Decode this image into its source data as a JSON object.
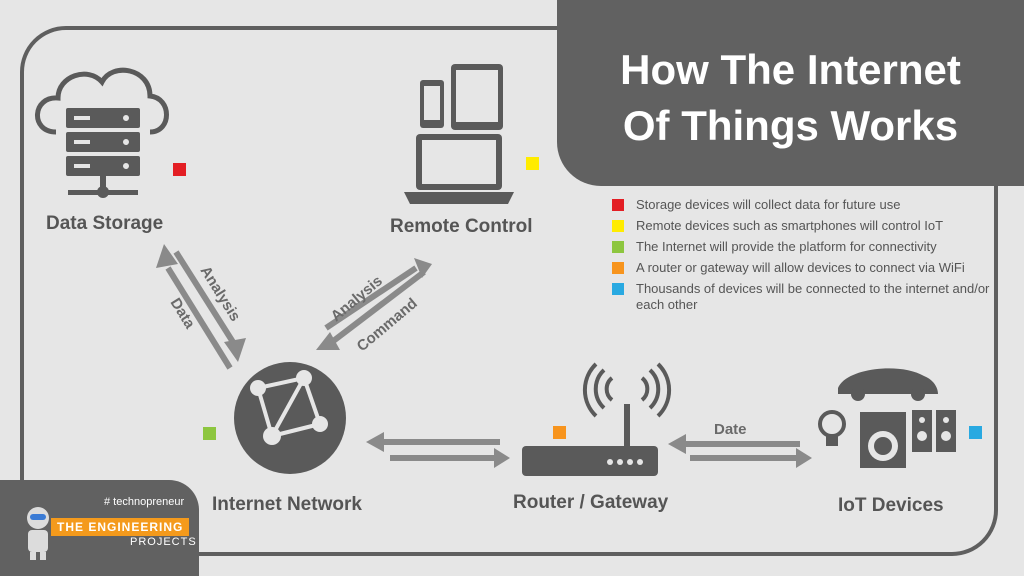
{
  "title": {
    "line1": "How The Internet",
    "line2": "Of Things Works"
  },
  "nodes": {
    "data_storage": "Data Storage",
    "remote_control": "Remote Control",
    "internet_network": "Internet Network",
    "router_gateway": "Router / Gateway",
    "iot_devices": "IoT Devices"
  },
  "arrows": {
    "storage_analysis": "Analysis",
    "storage_data": "Data",
    "remote_analysis": "Analysis",
    "remote_command": "Command",
    "iot_date": "Date"
  },
  "legend": [
    {
      "color": "#e31e24",
      "text": "Storage devices will collect data for future use"
    },
    {
      "color": "#ffec00",
      "text": "Remote devices such as smartphones will control IoT"
    },
    {
      "color": "#8dc63f",
      "text": "The Internet will provide the platform for connectivity"
    },
    {
      "color": "#f7941d",
      "text": "A router or gateway will allow devices to connect via WiFi"
    },
    {
      "color": "#29a9e1",
      "text": "Thousands of devices will be connected to the internet and/or each other"
    }
  ],
  "markers": {
    "red": "#e31e24",
    "yellow": "#ffec00",
    "green": "#8dc63f",
    "orange": "#f7941d",
    "blue": "#29a9e1"
  },
  "branding": {
    "tag": "# technopreneur",
    "name": "THE ENGINEERING",
    "sub": "PROJECTS"
  }
}
